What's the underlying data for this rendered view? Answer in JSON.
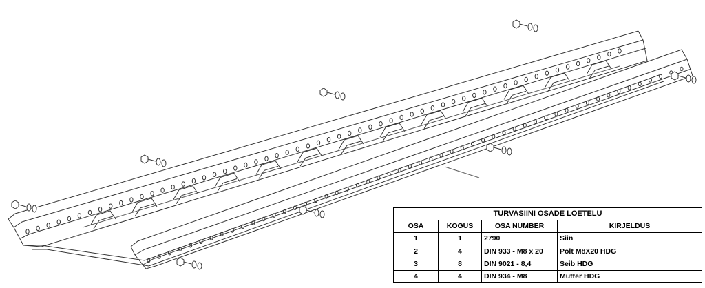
{
  "table": {
    "title": "TURVASIINI OSADE LOETELU",
    "headers": [
      "OSA",
      "KOGUS",
      "OSA NUMBER",
      "KIRJELDUS"
    ],
    "rows": [
      {
        "osa": "1",
        "kogus": "1",
        "number": "2790",
        "kirjeldus": "Siin"
      },
      {
        "osa": "2",
        "kogus": "4",
        "number": "DIN 933 - M8 x 20",
        "kirjeldus": "Polt M8X20 HDG"
      },
      {
        "osa": "3",
        "kogus": "8",
        "number": "DIN 9021 - 8,4",
        "kirjeldus": "Seib HDG"
      },
      {
        "osa": "4",
        "kogus": "4",
        "number": "DIN 934 - M8",
        "kirjeldus": "Mutter HDG"
      }
    ]
  },
  "drawing": {
    "line_color": "#333333",
    "fill_color": "#ffffff"
  }
}
